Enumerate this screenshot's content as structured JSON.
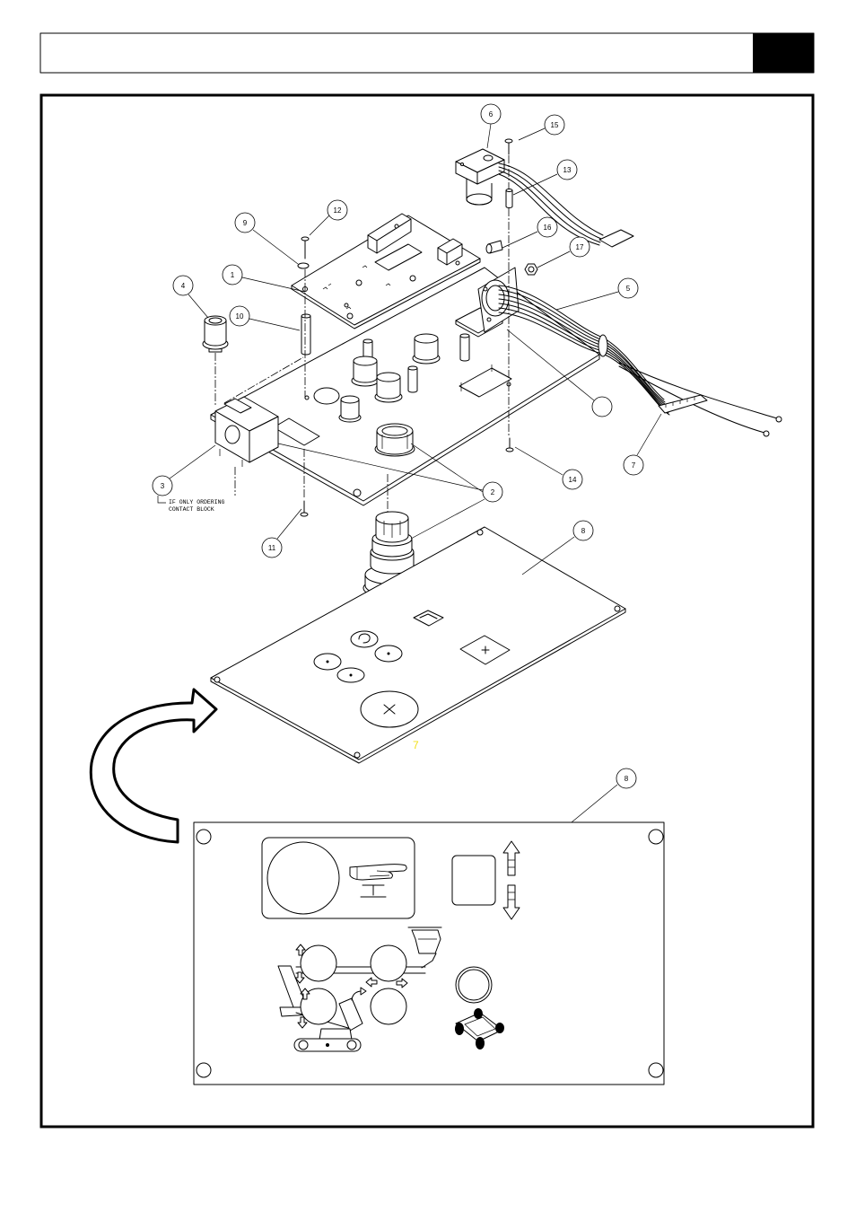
{
  "callouts": [
    "6",
    "15",
    "13",
    "12",
    "9",
    "16",
    "17",
    "1",
    "4",
    "5",
    "10",
    "7",
    "14",
    "3",
    "2",
    "11",
    "8",
    "8"
  ],
  "note": {
    "line1": "IF ONLY ORDERING",
    "line2": "CONTACT BLOCK"
  },
  "stray_label": "7",
  "colors": {
    "ink": "#000000",
    "paper": "#ffffff",
    "stray_label": "#f2e01a"
  },
  "icons": [
    "curved-arrow-icon",
    "pointing-hand-icon",
    "push-stamp-icon",
    "up-arrow-icon",
    "down-arrow-icon",
    "boom-lift-icon",
    "chassis-drive-icon"
  ]
}
